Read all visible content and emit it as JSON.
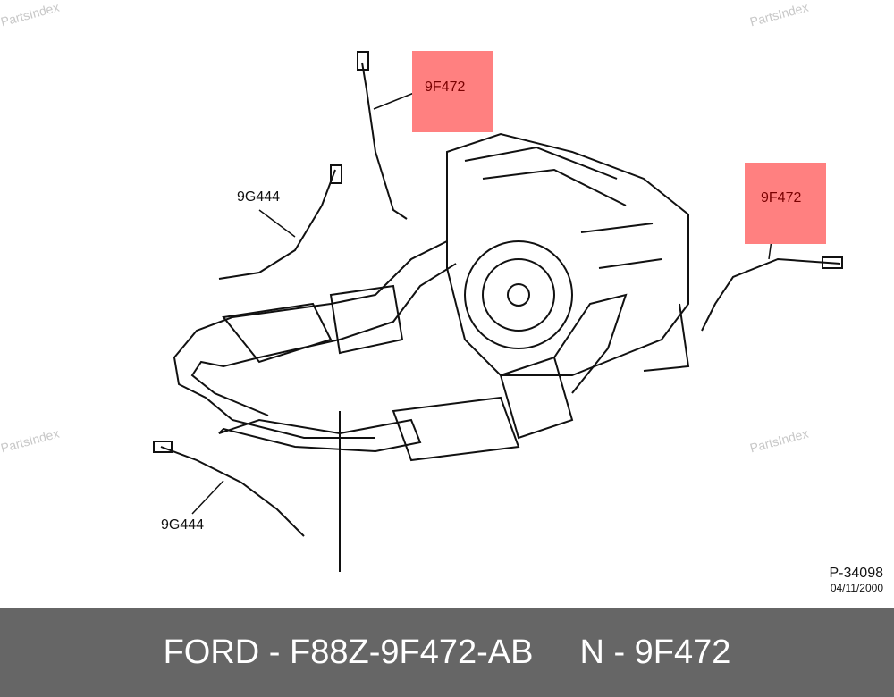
{
  "watermarks": [
    "PartsIndex",
    "PartsIndex",
    "PartsIndex",
    "PartsIndex"
  ],
  "callouts": {
    "top_highlight": "9F472",
    "right_highlight": "9F472",
    "left_upper": "9G444",
    "left_lower": "9G444"
  },
  "highlight_color": "#ff8080",
  "drawing_ref": {
    "number": "P-34098",
    "date": "04/11/2000"
  },
  "footer": {
    "part": "FORD - F88Z-9F472-AB",
    "ref": "N - 9F472"
  }
}
